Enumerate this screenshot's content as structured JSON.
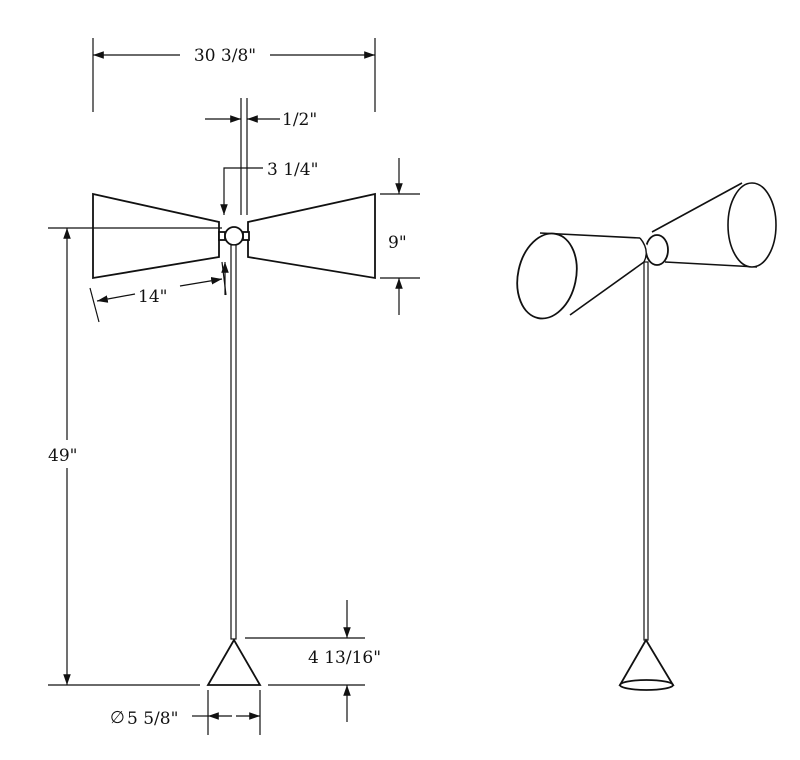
{
  "dimensions": {
    "overall_width": "30 3/8\"",
    "stem_width": "1/2\"",
    "hub_width": "3 1/4\"",
    "shade_height": "9\"",
    "shade_length": "14\"",
    "overall_height": "49\"",
    "base_height": "4 13/16\"",
    "base_diameter": "5 5/8\"",
    "diameter_symbol": "∅"
  },
  "colors": {
    "line": "#111111",
    "background": "#ffffff"
  }
}
